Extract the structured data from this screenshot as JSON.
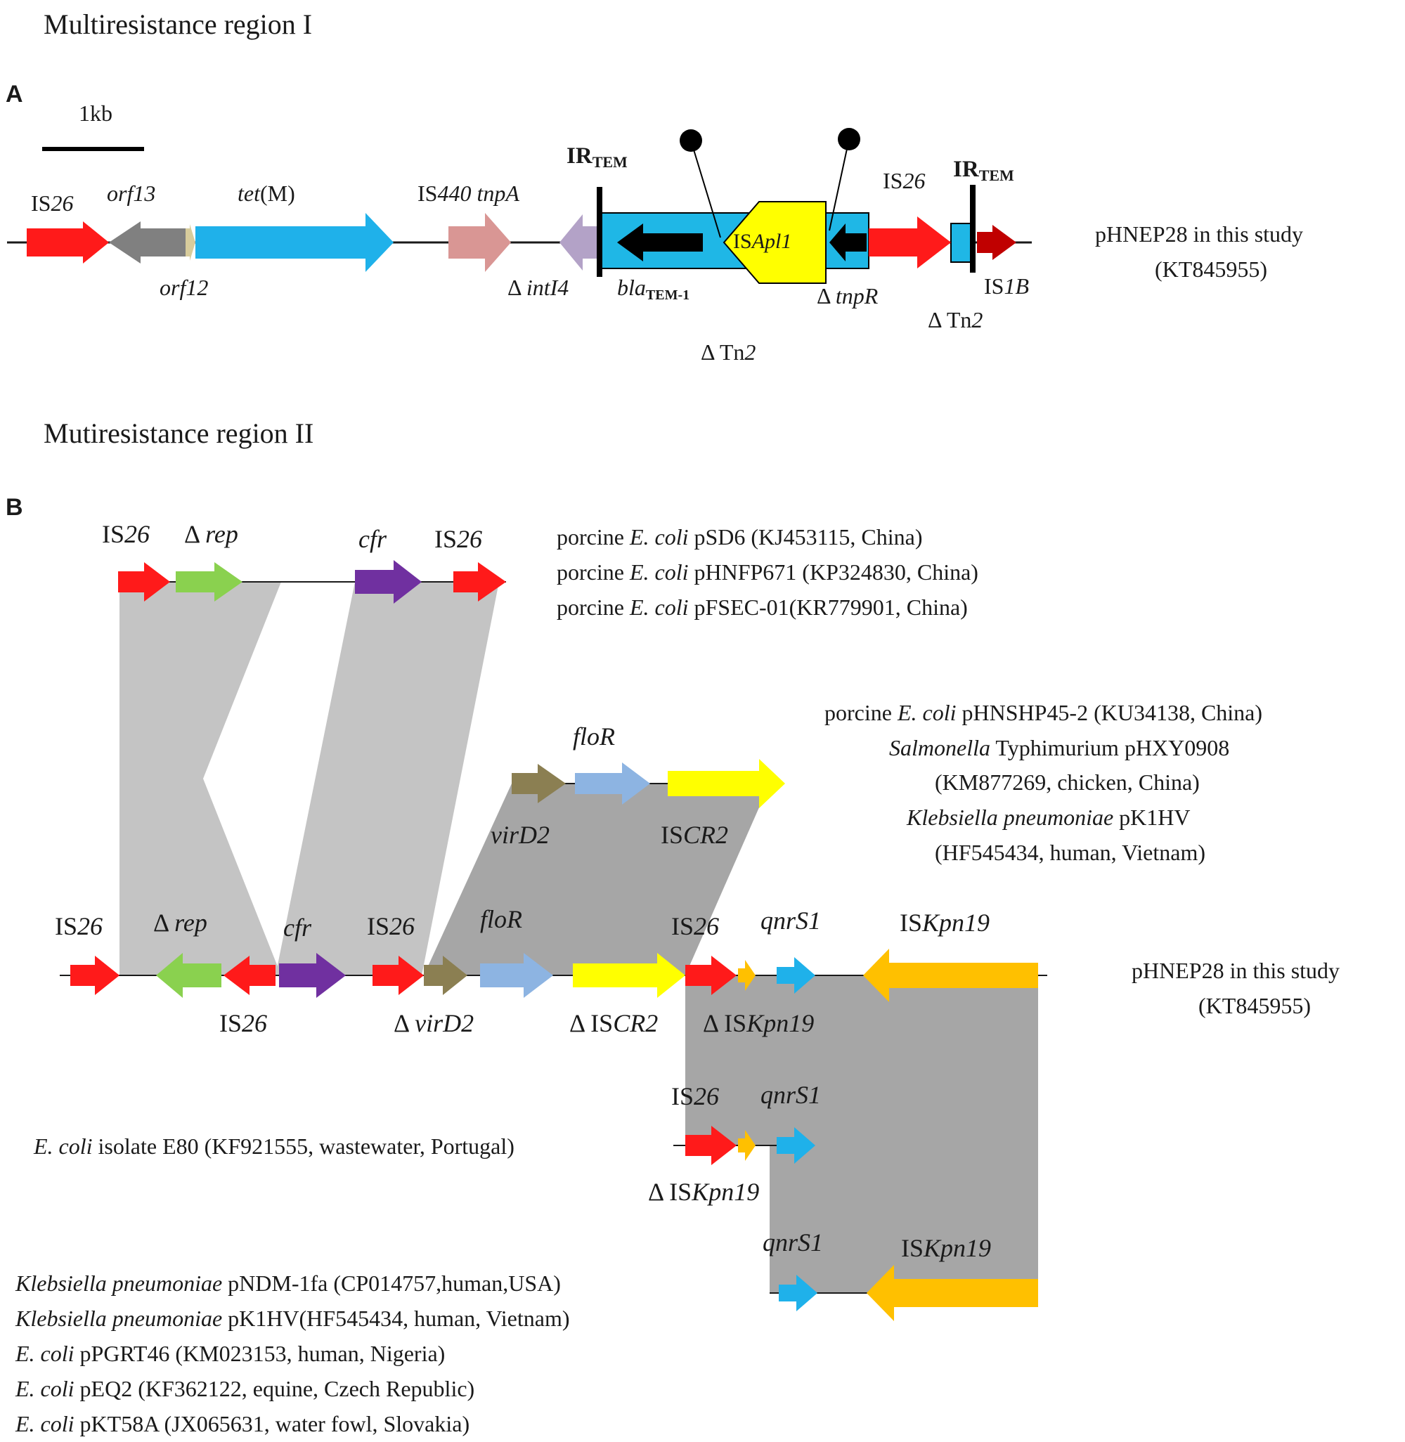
{
  "regions": {
    "region_1_title": "Multiresistance region I",
    "region_2_title": "Mutiresistance region II"
  },
  "panels": {
    "a": "A",
    "b": "B"
  },
  "colors": {
    "is26": "#ff1a1a",
    "orf13": "#808080",
    "orf12": "#d8cc9c",
    "tetM": "#1fb1ea",
    "is440": "#d99694",
    "intI4": "#b3a2c7",
    "tn2_box": "#1fb7e6",
    "isapl1": "#ffff00",
    "is1b": "#c00000",
    "rep": "#8ad14f",
    "cfr": "#7030a0",
    "virD2": "#8b7f52",
    "floR": "#8db4e2",
    "iscr2": "#ffff00",
    "qnrS1": "#1fb1ea",
    "iskpn19": "#ffc000",
    "shade_light": "#c0c0c0",
    "shade_dark": "#a6a6a6",
    "backbone": "#1a1a1a"
  },
  "panel_a": {
    "scale_label": "1kb",
    "ir_left": "IR",
    "ir_left_sub": "TEM",
    "ir_right": "IR",
    "ir_right_sub": "TEM",
    "is26_prefix": "IS",
    "is26_num": "26",
    "orf13": "orf13",
    "tetM_gene": "tet",
    "tetM_rest": "(M)",
    "is440_prefix": "IS",
    "is440_num": "440",
    "is440_tnpa": "tnpA",
    "orf12": "orf12",
    "intI4_delta": "Δ",
    "intI4_gene": "intI4",
    "bla_gene": "bla",
    "bla_sub": "TEM-1",
    "isapl1_prefix": "IS",
    "isapl1_rest": "Apl1",
    "tnpR_delta": "Δ",
    "tnpR_gene": "tnpR",
    "is26b_prefix": "IS",
    "is26b_num": "26",
    "dtn2_center": "Δ Tn",
    "dtn2_center_num": "2",
    "dtn2_right": "Δ Tn",
    "dtn2_right_num": "2",
    "is1b_prefix": "IS",
    "is1b_rest": "1B",
    "plasmid": "pHNEP28 in this study",
    "accession": "(KT845955)"
  },
  "panel_b": {
    "top_row": {
      "is26a_prefix": "IS",
      "is26a_num": "26",
      "rep_delta": "Δ",
      "rep_gene": "rep",
      "cfr": "cfr",
      "is26b_prefix": "IS",
      "is26b_num": "26",
      "refs": [
        {
          "pre": "porcine ",
          "ital": "E. coli",
          "post": " pSD6 (KJ453115, China)"
        },
        {
          "pre": "porcine ",
          "ital": "E. coli",
          "post": " pHNFP671 (KP324830, China)"
        },
        {
          "pre": "porcine ",
          "ital": "E. coli",
          "post": " pFSEC-01(KR779901, China)"
        }
      ]
    },
    "floR_row": {
      "floR": "floR",
      "virD2": "virD2",
      "iscr2_prefix": "IS",
      "iscr2_rest": "CR2",
      "refs": [
        {
          "pre": "porcine ",
          "ital": "E. coli",
          "post": " pHNSHP45-2 (KU34138, China)"
        },
        {
          "pre": "",
          "ital": "Salmonella",
          "post": " Typhimurium pHXY0908"
        },
        {
          "pre": "(KM877269, chicken, China)",
          "ital": "",
          "post": ""
        },
        {
          "pre": "",
          "ital": "Klebsiella pneumoniae",
          "post": " pK1HV"
        },
        {
          "pre": "(HF545434, human, Vietnam)",
          "ital": "",
          "post": ""
        }
      ]
    },
    "main_row": {
      "is26a_prefix": "IS",
      "is26a_num": "26",
      "rep_delta": "Δ",
      "rep_gene": "rep",
      "cfr": "cfr",
      "is26c_prefix": "IS",
      "is26c_num": "26",
      "floR": "floR",
      "is26d_prefix": "IS",
      "is26d_num": "26",
      "qnrS1": "qnrS1",
      "iskpn19_prefix": "IS",
      "iskpn19_rest": "Kpn19",
      "is26b_prefix": "IS",
      "is26b_num": "26",
      "virD2_delta": "Δ",
      "virD2_gene": "virD2",
      "iscr2_delta": "Δ IS",
      "iscr2_rest": "CR2",
      "diskpn_delta": "Δ IS",
      "diskpn_rest": "Kpn19",
      "plasmid": "pHNEP28  in this study",
      "accession": "(KT845955)"
    },
    "e80_row": {
      "is26_prefix": "IS",
      "is26_num": "26",
      "qnrS1": "qnrS1",
      "diskpn_delta": "Δ IS",
      "diskpn_rest": "Kpn19",
      "ref_ital": "E. coli",
      "ref_post": " isolate E80 (KF921555, wastewater, Portugal)"
    },
    "bottom_row": {
      "qnrS1": "qnrS1",
      "iskpn19_prefix": "IS",
      "iskpn19_rest": "Kpn19",
      "refs": [
        {
          "ital": "Klebsiella pneumoniae",
          "post": " pNDM-1fa (CP014757,human,USA)"
        },
        {
          "ital": "Klebsiella pneumoniae",
          "post": " pK1HV(HF545434, human, Vietnam)"
        },
        {
          "ital": " E. coli",
          "post": " pPGRT46 (KM023153, human, Nigeria)"
        },
        {
          "ital": "E. coli",
          "post": " pEQ2 (KF362122, equine, Czech Republic)"
        },
        {
          "ital": "E. coli",
          "post": " pKT58A (JX065631, water fowl, Slovakia)"
        }
      ]
    }
  }
}
